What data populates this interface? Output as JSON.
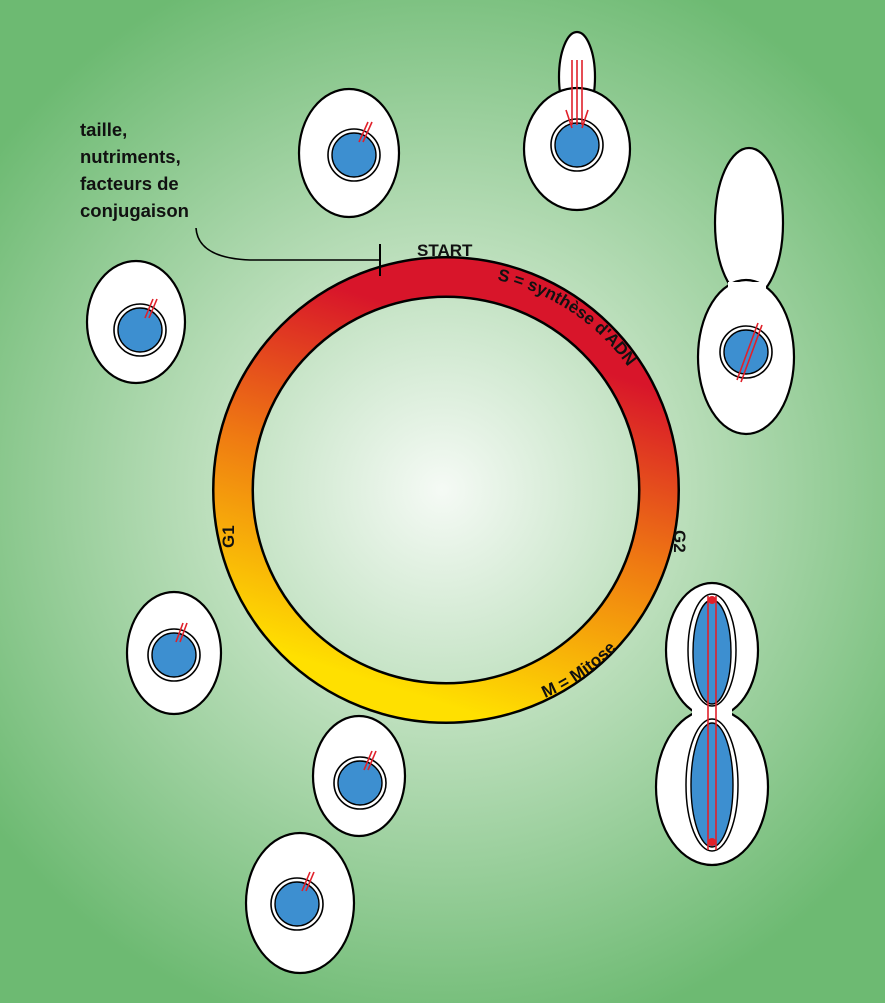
{
  "diagram": {
    "conditions_text": [
      "taille,",
      "nutriments,",
      "facteurs de",
      "conjugaison"
    ],
    "start_label": "START",
    "phases": {
      "s": "S = synthèse d'ADN",
      "g2": "G2",
      "m": "M = Mitose",
      "g1": "G1"
    },
    "colors": {
      "background_edge": "#6dba72",
      "background_center": "#f5faf5",
      "ring_red": "#d8152a",
      "ring_orange": "#ef7a12",
      "ring_yellow": "#ffe000",
      "nucleus": "#3d8fd0",
      "spindle": "#e0202a"
    }
  }
}
